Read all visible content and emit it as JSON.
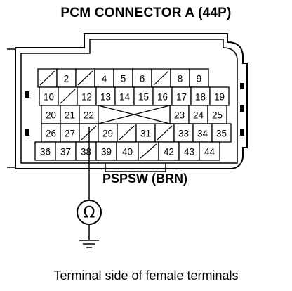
{
  "title": "PCM CONNECTOR A (44P)",
  "signal_label": "PSPSW (BRN)",
  "caption": "Terminal side of female terminals",
  "meter_symbol": "Ω",
  "probe_terminal": "38",
  "terminals": {
    "row1": [
      "",
      "2",
      "",
      "4",
      "5",
      "6",
      "",
      "8",
      "9"
    ],
    "row2": [
      "10",
      "",
      "12",
      "13",
      "14",
      "15",
      "16",
      "17",
      "18",
      "19"
    ],
    "row3_left": [
      "20",
      "21",
      "22"
    ],
    "row3_right": [
      "23",
      "24",
      "25"
    ],
    "row4": [
      "26",
      "27",
      "",
      "29",
      "",
      "31",
      "",
      "33",
      "34",
      "35"
    ],
    "row5": [
      "36",
      "37",
      "38",
      "39",
      "40",
      "",
      "42",
      "43",
      "44"
    ]
  },
  "icons": [
    "ohmmeter-icon",
    "ground-icon"
  ]
}
